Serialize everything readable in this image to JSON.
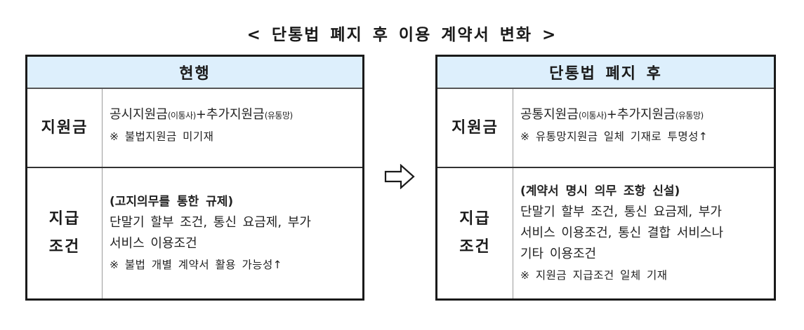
{
  "title": "< 단통법 폐지 후 이용 계약서 변화 >",
  "left_table": {
    "header": "현행",
    "rows": [
      {
        "label_lines": [
          "지원금"
        ],
        "content": {
          "line1_part1": "공시지원금",
          "line1_part2": "(이통사)",
          "line1_part3": "+추가지원금",
          "line1_part4": "(유통망)",
          "note": "※ 불법지원금 미기재"
        }
      },
      {
        "label_lines": [
          "지급",
          "조건"
        ],
        "content": {
          "heading": "(고지의무를 통한 규제)",
          "body_lines": [
            "단말기 할부 조건, 통신 요금제, 부가",
            "서비스 이용조건"
          ],
          "note": "※ 불법 개별 계약서 활용 가능성↑"
        }
      }
    ]
  },
  "arrow": {
    "icon": "right-arrow-outline-icon",
    "glyph": "⇨"
  },
  "right_table": {
    "header": "단통법 폐지 후",
    "rows": [
      {
        "label_lines": [
          "지원금"
        ],
        "content": {
          "line1_part1": "공통지원금",
          "line1_part2": "(이통사)",
          "line1_part3": "+추가지원금",
          "line1_part4": "(유통망)",
          "note": "※ 유통망지원금 일체 기재로 투명성↑"
        }
      },
      {
        "label_lines": [
          "지급",
          "조건"
        ],
        "content": {
          "heading": "(계약서 명시 의무 조항 신설)",
          "body_lines": [
            "단말기 할부 조건, 통신 요금제, 부가",
            "서비스 이용조건, 통신 결합 서비스나",
            "기타 이용조건"
          ],
          "note": "※ 지원금 지급조건 일체 기재"
        }
      }
    ]
  },
  "colors": {
    "header_bg": "#ddeffc",
    "border": "#1a1a1a",
    "text": "#222222"
  }
}
